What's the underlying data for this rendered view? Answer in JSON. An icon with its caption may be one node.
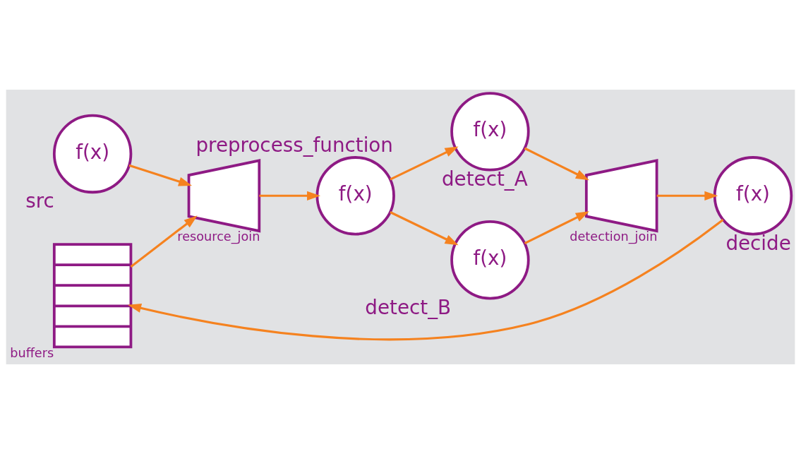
{
  "diagram": {
    "nodes": [
      {
        "text": [
          "f(x)"
        ],
        "beside": [
          "src"
        ]
      },
      {
        "text": [],
        "shape": "trapezoid",
        "beside": [
          "resource_join"
        ]
      },
      {
        "text": [],
        "shape": "queue",
        "beside": [
          "buffers"
        ]
      },
      {
        "text": [
          "f(x)"
        ],
        "beside": [
          "preprocess_function"
        ]
      },
      {
        "text": [
          "f(x)"
        ],
        "beside": [
          "detect_A"
        ]
      },
      {
        "text": [
          "f(x)"
        ],
        "beside": [
          "detect_B"
        ]
      },
      {
        "text": [],
        "shape": "trapezoid",
        "beside": [
          "detection_join"
        ]
      },
      {
        "text": [
          "f(x)"
        ],
        "beside": [
          "decide"
        ]
      }
    ],
    "edges": [
      {
        "from": 0,
        "to": 1,
        "arrow": "to"
      },
      {
        "from": 2,
        "to": 1,
        "arrow": "to"
      },
      {
        "from": 1,
        "to": 3,
        "arrow": "to"
      },
      {
        "from": 3,
        "to": 4,
        "arrow": "to"
      },
      {
        "from": 3,
        "to": 5,
        "arrow": "to"
      },
      {
        "from": 4,
        "to": 6,
        "arrow": "to"
      },
      {
        "from": 5,
        "to": 6,
        "arrow": "to"
      },
      {
        "from": 6,
        "to": 7,
        "arrow": "to"
      },
      {
        "from": 7,
        "to": 2,
        "arrow": "to"
      }
    ]
  }
}
